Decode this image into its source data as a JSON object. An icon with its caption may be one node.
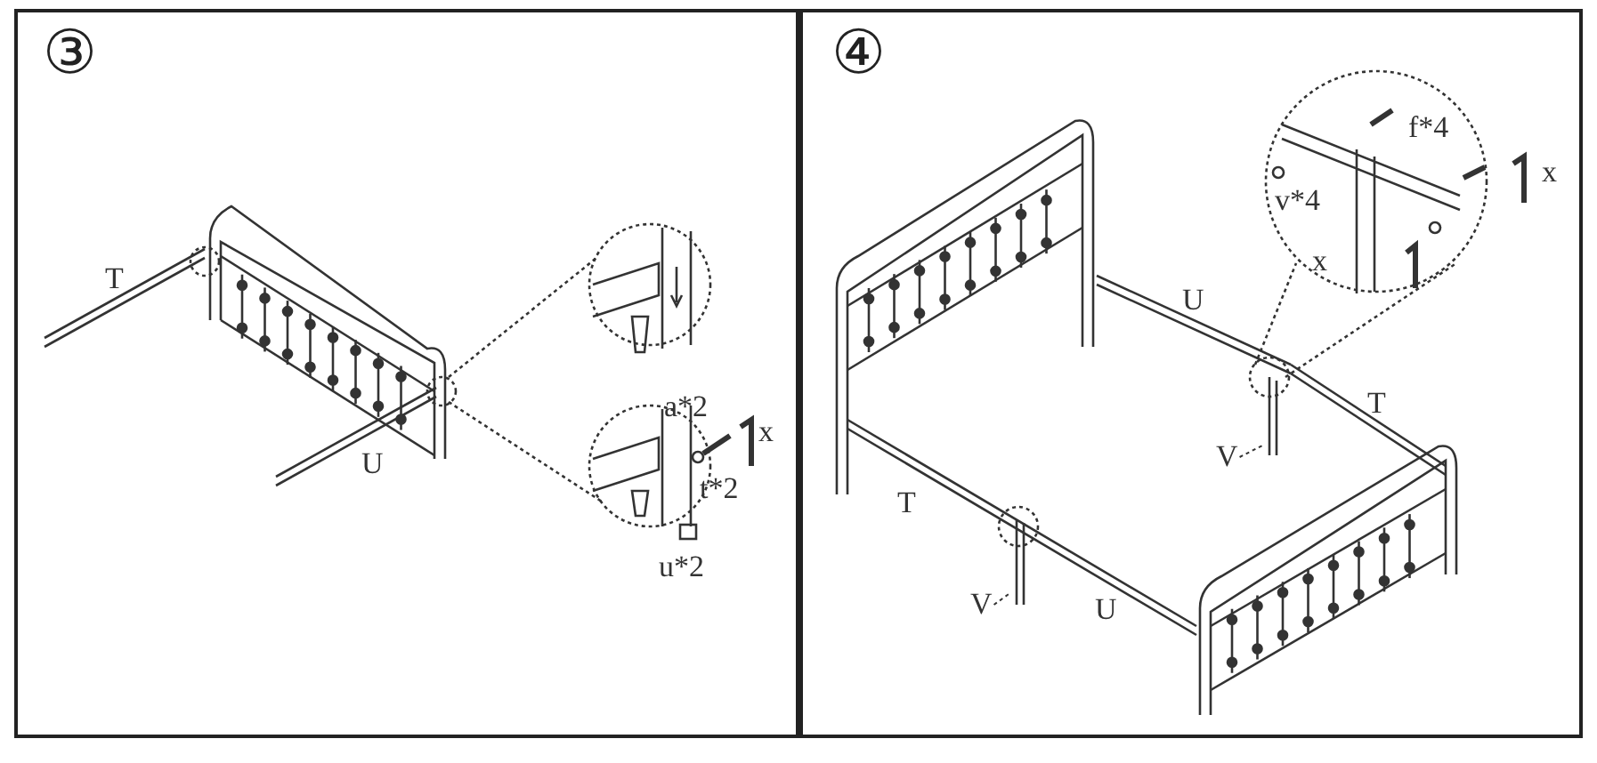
{
  "diagram": {
    "nodes": [
      {
        "text": [
          "③"
        ]
      },
      {
        "text": [
          "④"
        ]
      },
      {
        "text": [
          "V"
        ],
        "in": 1
      },
      {
        "text": [
          "V"
        ],
        "in": 1
      }
    ],
    "edges": [
      {
        "from": 2,
        "to": null,
        "arrow": "none",
        "style": "dashed"
      },
      {
        "from": 3,
        "to": null,
        "arrow": "none",
        "style": "dashed"
      }
    ],
    "labels": [
      "T",
      "U",
      "a*2",
      "x",
      "t*2",
      "u*2",
      "f*4",
      "v*4",
      "x",
      "x",
      "U",
      "T",
      "T",
      "U"
    ]
  }
}
